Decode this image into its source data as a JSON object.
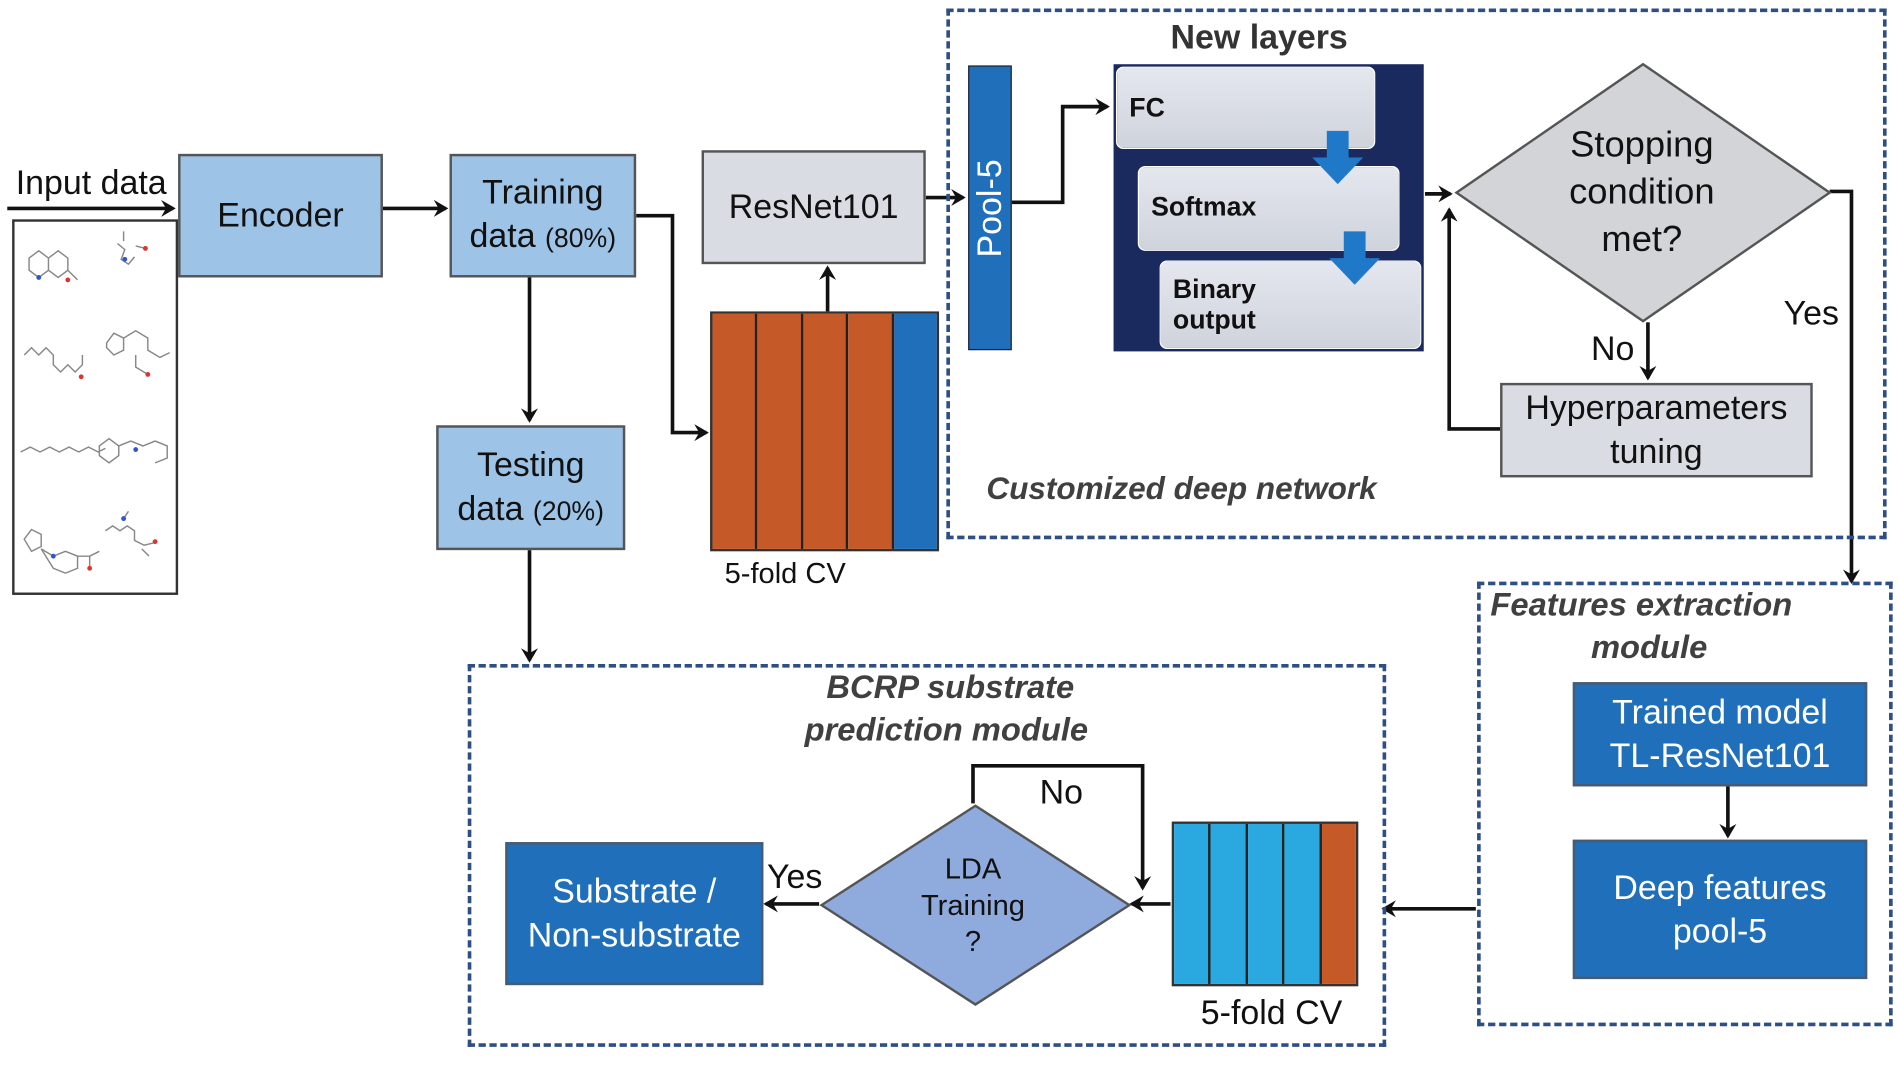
{
  "input": {
    "label": "Input data"
  },
  "nodes": {
    "encoder": "Encoder",
    "training_line1": "Training",
    "training_line2": "data",
    "training_pct": "(80%)",
    "testing_line1": "Testing",
    "testing_line2": "data",
    "testing_pct": "(20%)",
    "resnet": "ResNet101",
    "pool5": "Pool-5",
    "cv_top": "5-fold CV",
    "new_layers": "New layers",
    "fc": "FC",
    "softmax": "Softmax",
    "binary_line1": "Binary",
    "binary_line2": "output",
    "stop_line1": "Stopping",
    "stop_line2": "condition",
    "stop_line3": "met?",
    "stop_yes": "Yes",
    "stop_no": "No",
    "hyper_line1": "Hyperparameters",
    "hyper_line2": "tuning",
    "customized": "Customized  deep network",
    "features_line1": "Features extraction",
    "features_line2": "module",
    "trained_line1": "Trained model",
    "trained_line2": "TL-ResNet101",
    "deep_line1": "Deep features",
    "deep_line2": "pool-5",
    "bcrp_line1": "BCRP substrate",
    "bcrp_line2": "prediction module",
    "cv_bottom": "5-fold CV",
    "lda_line1": "LDA",
    "lda_line2": "Training",
    "lda_line3": "?",
    "lda_no": "No",
    "lda_yes": "Yes",
    "substrate_line1": "Substrate /",
    "substrate_line2": "Non-substrate"
  },
  "colors": {
    "light_blue": "#9dc3e6",
    "grey_box": "#d9dde3",
    "dark_blue": "#1f6fba",
    "navy_panel": "#1a2a5e",
    "orange_fold": "#c55a28",
    "cyan_fold": "#29a9e0",
    "diamond_grey": "#d2d4d8",
    "diamond_blue": "#8faadc",
    "dashed_border": "#2e4f85"
  }
}
